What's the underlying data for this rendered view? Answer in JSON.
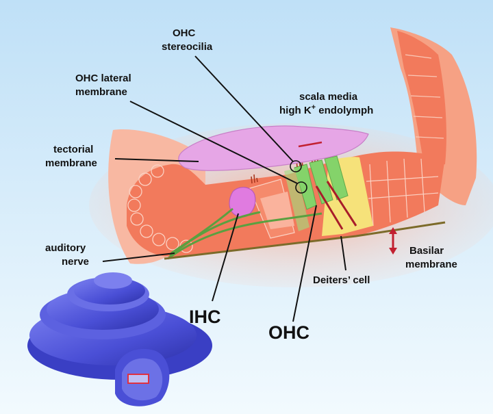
{
  "labels": {
    "ohc_stereocilia": [
      "OHC",
      "stereocilia"
    ],
    "ohc_lateral_membrane": [
      "OHC lateral",
      "membrane"
    ],
    "scala_media": [
      "scala media",
      "high K",
      "+",
      " endolymph"
    ],
    "tectorial_membrane": [
      "tectorial",
      "membrane"
    ],
    "auditory_nerve": [
      "auditory",
      "nerve"
    ],
    "basilar_membrane": [
      "Basilar",
      "membrane"
    ],
    "deiters_cell": "Deiters’ cell",
    "ihc": "IHC",
    "ohc": "OHC"
  },
  "colors": {
    "background_top": "#bfe0f7",
    "background_bottom": "#eef8fd",
    "tissue": "#f27a5c",
    "tissue_glow": "#f7b39c",
    "tectorial_membrane": "#e6a6e6",
    "ohc_cells": "#84d36a",
    "deiters_region": "#f6e27a",
    "ihc_cell": "#e07be0",
    "nerve": "#5aa040",
    "cochlea": "#4a4fd6",
    "arrow": "#c22030"
  }
}
